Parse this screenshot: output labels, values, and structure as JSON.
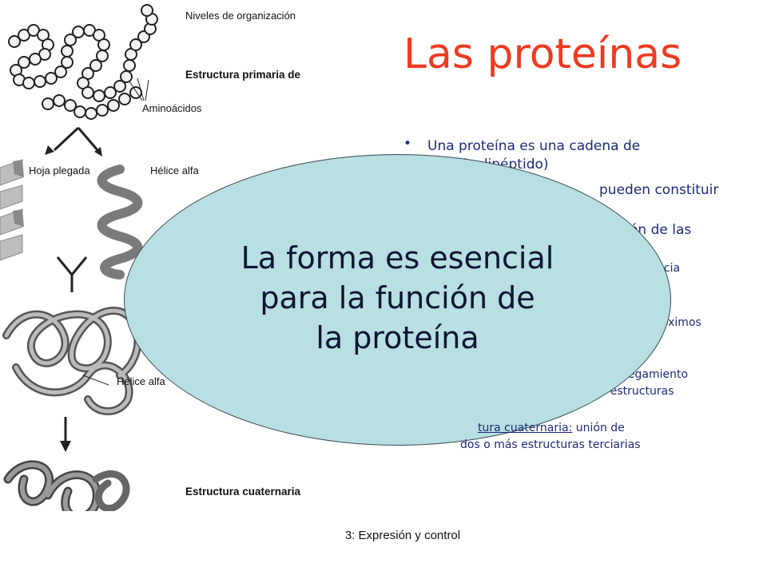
{
  "slide": {
    "title": "Las proteínas",
    "footer": "3: Expresión y control"
  },
  "figure": {
    "labels": {
      "header": "Niveles de organización",
      "primary": "Estructura primaria de",
      "amino": "Aminoácidos",
      "sheet": "Hoja plegada",
      "helix": "Hélice alfa",
      "helix2": "Hélice alfa",
      "quaternary": "Estructura cuaternaria"
    }
  },
  "bullets": {
    "l1": "Una proteína es una cadena de",
    "l2": "(polipéptido)",
    "l3": "pueden constituir",
    "l4": "ón de las",
    "l5": "ncia",
    "l6": "óximos",
    "l7": "legamiento",
    "l8": "s estructuras",
    "l9_underlined": "tura cuaternaria:",
    "l9_rest": " unión de",
    "l10": "dos o más estructuras terciarias"
  },
  "callout": {
    "line1": "La forma es esencial",
    "line2": "para la función de",
    "line3": "la proteína"
  }
}
